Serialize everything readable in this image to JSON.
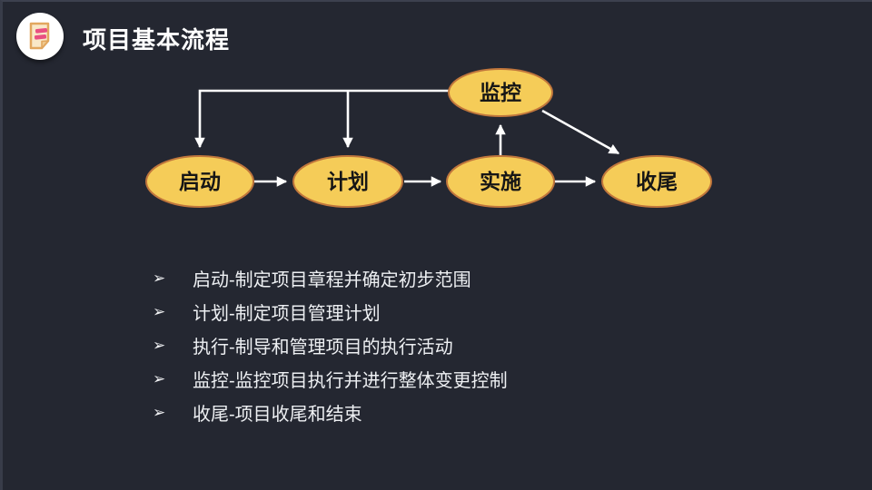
{
  "slide": {
    "title": "项目基本流程"
  },
  "flowchart": {
    "nodes": [
      {
        "id": "monitor",
        "label": "监控"
      },
      {
        "id": "initiate",
        "label": "启动"
      },
      {
        "id": "plan",
        "label": "计划"
      },
      {
        "id": "implement",
        "label": "实施"
      },
      {
        "id": "close",
        "label": "收尾"
      }
    ],
    "edges": [
      {
        "from": "启动",
        "to": "计划"
      },
      {
        "from": "计划",
        "to": "实施"
      },
      {
        "from": "实施",
        "to": "收尾"
      },
      {
        "from": "监控",
        "to": "启动"
      },
      {
        "from": "监控",
        "to": "计划"
      },
      {
        "from": "实施",
        "to": "监控"
      },
      {
        "from": "监控",
        "to": "收尾"
      }
    ],
    "node_fill": "#F5CC58",
    "node_stroke": "#C0763C",
    "label_color": "#161616",
    "arrow_color": "#FFFFFF"
  },
  "bullets": {
    "marker": "➢",
    "items": [
      "启动-制定项目章程并确定初步范围",
      "计划-制定项目管理计划",
      "执行-制导和管理项目的执行活动",
      "监控-监控项目执行并进行整体变更控制",
      "收尾-项目收尾和结束"
    ]
  },
  "colors": {
    "background": "#242731",
    "title_text": "#FFFFFF",
    "bullet_text": "#EEF0F3"
  }
}
